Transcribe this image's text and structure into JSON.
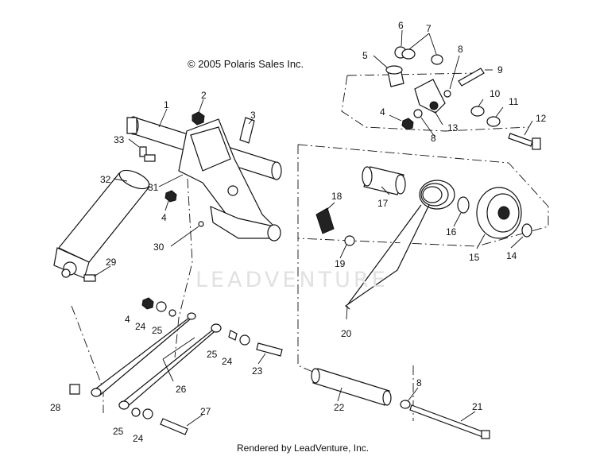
{
  "header": {
    "copyright": "© 2005 Polaris Sales Inc."
  },
  "footer": {
    "rendered_by": "Rendered by LeadVenture, Inc."
  },
  "watermark": {
    "text": "LEADVENTURE"
  },
  "callouts": {
    "n1": "1",
    "n2": "2",
    "n3": "3",
    "n4a": "4",
    "n4b": "4",
    "n4c": "4",
    "n5": "5",
    "n6": "6",
    "n7": "7",
    "n8a": "8",
    "n8b": "8",
    "n8c": "8",
    "n9": "9",
    "n10": "10",
    "n11": "11",
    "n12": "12",
    "n13": "13",
    "n14": "14",
    "n15": "15",
    "n16": "16",
    "n17": "17",
    "n18": "18",
    "n19": "19",
    "n20": "20",
    "n21": "21",
    "n22": "22",
    "n23": "23",
    "n24a": "24",
    "n24b": "24",
    "n24c": "24",
    "n25a": "25",
    "n25b": "25",
    "n25c": "25",
    "n26": "26",
    "n27": "27",
    "n28": "28",
    "n29": "29",
    "n30": "30",
    "n31": "31",
    "n32": "32",
    "n33": "33"
  },
  "colors": {
    "line": "#111111",
    "background": "#ffffff",
    "watermark": "#e1e1e1"
  }
}
